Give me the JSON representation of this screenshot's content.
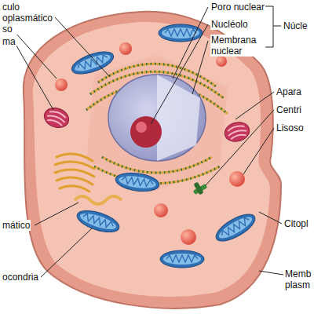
{
  "diagram": {
    "labels": [
      "culo oplasmático so",
      "ma",
      "Poro nuclear",
      "Nucléolo",
      "Membrana nuclear",
      "Núcle",
      "Apara",
      "Centri",
      "Lisoso",
      "mático",
      "ocondria",
      "Citopl",
      "Memb plasm"
    ]
  }
}
